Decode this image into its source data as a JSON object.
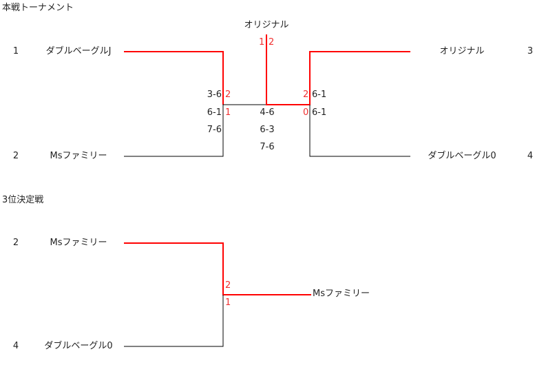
{
  "colors": {
    "winner_line": "#ff0000",
    "loser_line": "#000000",
    "score_red": "#f03030"
  },
  "main": {
    "title": "本戦トーナメント",
    "final_winner": "オリジナル",
    "final_scores": {
      "left": "1",
      "right": "2"
    },
    "left": {
      "team1": {
        "seed": "1",
        "name": "ダブルベーグルJ"
      },
      "team2": {
        "seed": "2",
        "name": "Msファミリー"
      },
      "sets": [
        "3-6",
        "6-1",
        "7-6"
      ],
      "score1": "2",
      "score2": "1"
    },
    "right": {
      "team1": {
        "seed": "3",
        "name": "オリジナル"
      },
      "team2": {
        "seed": "4",
        "name": "ダブルベーグル0"
      },
      "sets": [
        "6-1",
        "6-1"
      ],
      "score1": "2",
      "score2": "0"
    },
    "final_sets": [
      "4-6",
      "6-3",
      "7-6"
    ]
  },
  "third": {
    "title": "3位決定戦",
    "team1": {
      "seed": "2",
      "name": "Msファミリー"
    },
    "team2": {
      "seed": "4",
      "name": "ダブルベーグル0"
    },
    "score1": "2",
    "score2": "1",
    "winner": "Msファミリー"
  }
}
